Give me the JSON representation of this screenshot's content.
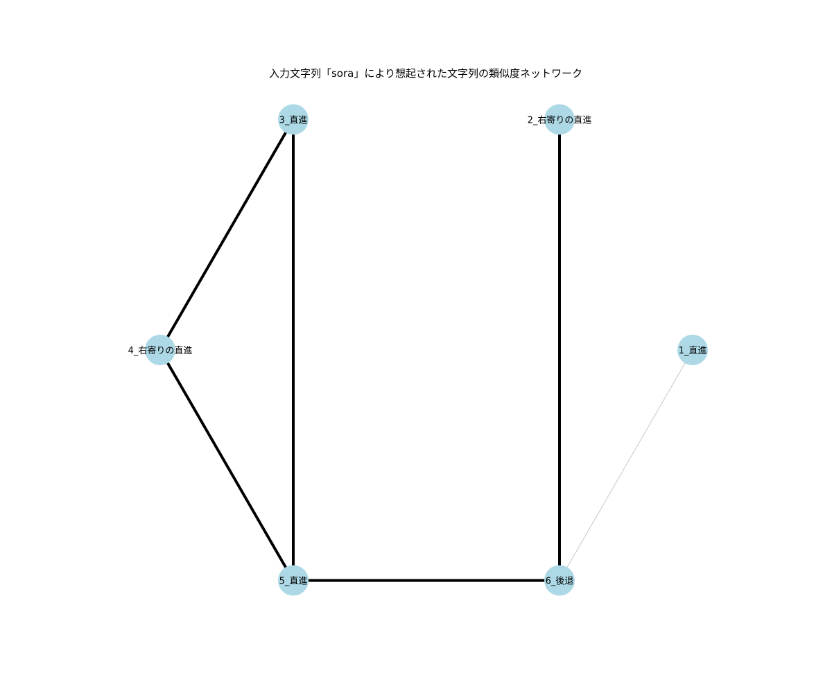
{
  "title": "入力文字列「sora」により想起された文字列の類似度ネットワーク",
  "colors": {
    "node_fill": "#add8e6",
    "edge_strong": "#000000",
    "edge_weak": "#bbbbbb",
    "label": "#000000"
  },
  "nodes": [
    {
      "id": "1",
      "label": "1_直進"
    },
    {
      "id": "2",
      "label": "2_右寄りの直進"
    },
    {
      "id": "3",
      "label": "3_直進"
    },
    {
      "id": "4",
      "label": "4_右寄りの直進"
    },
    {
      "id": "5",
      "label": "5_直進"
    },
    {
      "id": "6",
      "label": "6_後退"
    }
  ],
  "edges": [
    {
      "source": "3",
      "target": "4",
      "strength": "strong"
    },
    {
      "source": "3",
      "target": "5",
      "strength": "strong"
    },
    {
      "source": "4",
      "target": "5",
      "strength": "strong"
    },
    {
      "source": "2",
      "target": "6",
      "strength": "strong"
    },
    {
      "source": "5",
      "target": "6",
      "strength": "strong"
    },
    {
      "source": "1",
      "target": "6",
      "strength": "weak"
    }
  ]
}
